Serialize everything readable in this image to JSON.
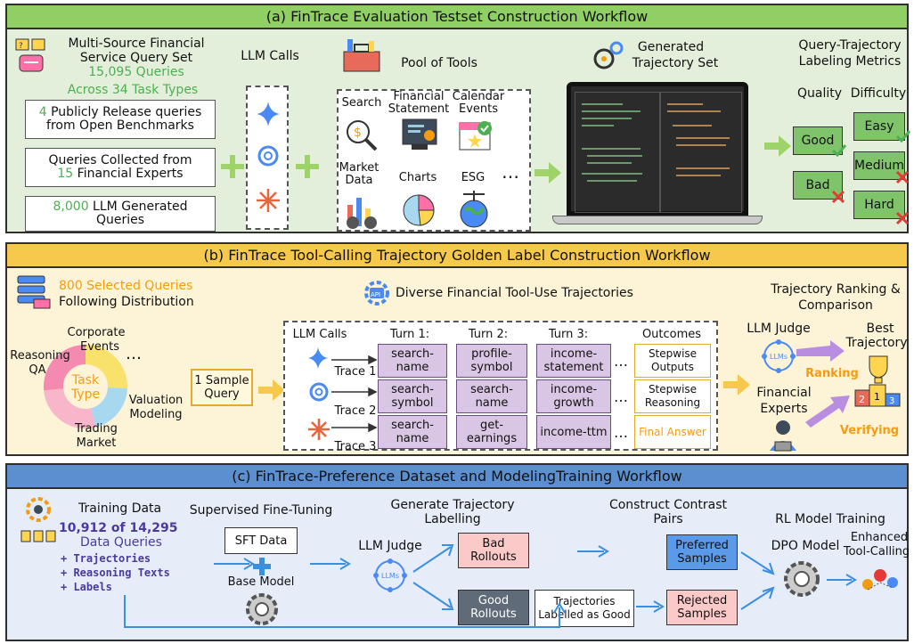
{
  "panel_a": {
    "title": "(a) FinTrace Evaluation Testset Construction Workflow",
    "query_set_title_1": "Multi-Source Financial",
    "query_set_title_2": "Service Query Set",
    "query_count": "15,095 Queries",
    "task_types": "Across 34 Task Types",
    "src1_num": "4",
    "src1_text_a": " Publicly Release queries",
    "src1_text_b": "from Open Benchmarks",
    "src2_text_a": "Queries Collected from",
    "src2_num": "15",
    "src2_text_b": " Financial Experts",
    "src3_num": "8,000",
    "src3_text_a": " LLM Generated",
    "src3_text_b": "Queries",
    "llm_calls": "LLM Calls",
    "pool_of_tools": "Pool of Tools",
    "tools": [
      "Search",
      "Financial Statement",
      "Calendar Events",
      "Market Data",
      "Charts",
      "ESG"
    ],
    "ellipsis": "…",
    "generated_1": "Generated",
    "generated_2": "Trajectory Set",
    "labeling_1": "Query-Trajectory",
    "labeling_2": "Labeling Metrics",
    "quality": "Quality",
    "difficulty": "Difficulty",
    "good": "Good",
    "bad": "Bad",
    "easy": "Easy",
    "medium": "Medium",
    "hard": "Hard"
  },
  "panel_b": {
    "title": "(b) FinTrace Tool-Calling Trajectory Golden Label Construction Workflow",
    "selected_1": "800 Selected Queries",
    "selected_2": "Following Distribution",
    "donut_center_1": "Task",
    "donut_center_2": "Type",
    "cat_corporate_1": "Corporate",
    "cat_corporate_2": "Events",
    "cat_reasoning_1": "Reasoning",
    "cat_reasoning_2": "QA",
    "cat_valuation_1": "Valuation",
    "cat_valuation_2": "Modeling",
    "cat_trading_1": "Trading",
    "cat_trading_2": "Market",
    "dots": "…",
    "sample_1": "1 Sample",
    "sample_2": "Query",
    "diverse": "Diverse Financial Tool-Use Trajectories",
    "llm_calls": "LLM Calls",
    "turn1": "Turn 1:",
    "turn2": "Turn 2:",
    "turn3": "Turn 3:",
    "outcomes": "Outcomes",
    "trace1": "Trace 1",
    "trace2": "Trace 2",
    "trace3": "Trace 3",
    "t1_r1a": "search-",
    "t1_r1b": "name",
    "t1_r2a": "search-",
    "t1_r2b": "symbol",
    "t1_r3a": "search-",
    "t1_r3b": "name",
    "t2_r1a": "profile-",
    "t2_r1b": "symbol",
    "t2_r2a": "search-",
    "t2_r2b": "name",
    "t2_r3a": "get-",
    "t2_r3b": "earnings",
    "t3_r1a": "income-",
    "t3_r1b": "statement",
    "t3_r2a": "income-",
    "t3_r2b": "growth",
    "t3_r3": "income-ttm",
    "out1a": "Stepwise",
    "out1b": "Outputs",
    "out2a": "Stepwise",
    "out2b": "Reasoning",
    "out3": "Final Answer",
    "ranking_title_1": "Trajectory Ranking &",
    "ranking_title_2": "Comparison",
    "llm_judge": "LLM Judge",
    "best_1": "Best",
    "best_2": "Trajectory",
    "ranking": "Ranking",
    "financial_1": "Financial",
    "financial_2": "Experts",
    "verifying": "Verifying",
    "llm_badge": "LLMs"
  },
  "panel_c": {
    "title": "(c) FinTrace-Preference Dataset and ModelingTraining Workflow",
    "training_data": "Training Data",
    "td_line1": "10,912 of 14,295",
    "td_line2": "Data Queries",
    "td_line3": "+ Trajectories",
    "td_line4": "+ Reasoning Texts",
    "td_line5": "+ Labels",
    "sft_title": "Supervised Fine-Tuning",
    "sft_data": "SFT Data",
    "base_model": "Base Model",
    "gen_title_1": "Generate Trajectory",
    "gen_title_2": "Labelling",
    "llm_judge": "LLM Judge",
    "bad_1": "Bad",
    "bad_2": "Rollouts",
    "good_1": "Good",
    "good_2": "Rollouts",
    "contrast_1": "Construct Contrast",
    "contrast_2": "Pairs",
    "traj_good_1": "Trajectories",
    "traj_good_2": "Labelled as Good",
    "preferred_1": "Preferred",
    "preferred_2": "Samples",
    "rejected_1": "Rejected",
    "rejected_2": "Samples",
    "rl_title": "RL Model Training",
    "dpo": "DPO Model",
    "enhanced_1": "Enhanced",
    "enhanced_2": "Tool-Calling"
  },
  "colors": {
    "panel_a_bg": "#e4efdb",
    "panel_a_hdr": "#8fcf63",
    "panel_b_bg": "#fdf4d8",
    "panel_b_hdr": "#f6c84c",
    "panel_c_bg": "#e6edf8",
    "panel_c_hdr": "#5b8fd0",
    "accent_green": "#4caf50",
    "accent_orange": "#f39c12",
    "arrow_blue": "#3a8fe0"
  }
}
